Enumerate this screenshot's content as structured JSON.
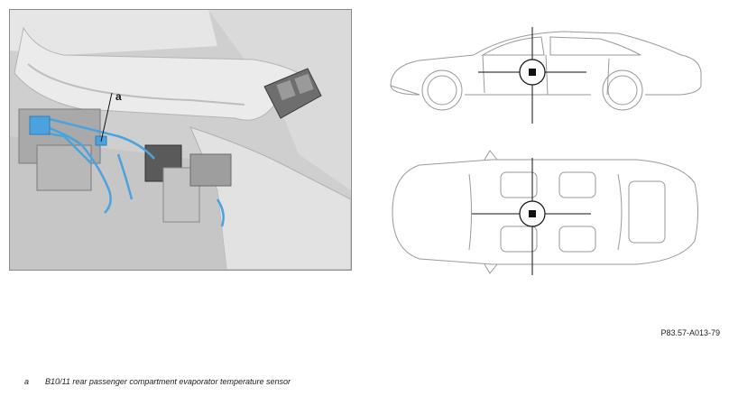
{
  "photo": {
    "callout_letter": "a"
  },
  "figure": {
    "reference": "P83.57-A013-79"
  },
  "legend": [
    {
      "key": "a",
      "text": "B10/11 rear passenger compartment evaporator temperature sensor"
    }
  ],
  "colors": {
    "highlight_blue": "#4aa3df",
    "line_gray": "#9a9a9a",
    "marker_black": "#111111"
  }
}
